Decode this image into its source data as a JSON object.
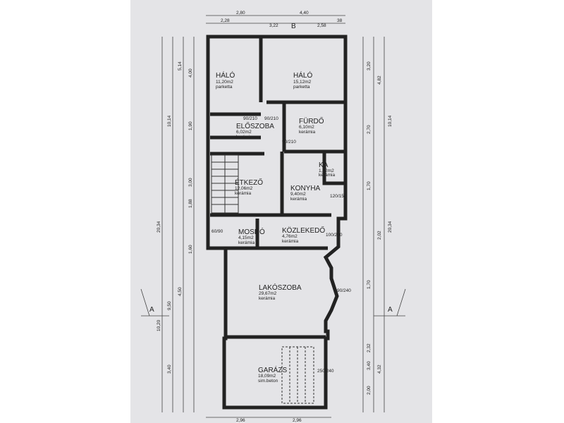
{
  "rooms": [
    {
      "name": "HÁLÓ",
      "area": "11,20m2",
      "floor": "parketta"
    },
    {
      "name": "HÁLÓ",
      "area": "15,12m2",
      "floor": "parketta"
    },
    {
      "name": "ELŐSZOBA",
      "area": "6,02m2",
      "floor": "kerámia"
    },
    {
      "name": "FÜRDŐ",
      "area": "6,10m2",
      "floor": "kerámia"
    },
    {
      "name": "KA",
      "area": "1,42m2",
      "floor": "kerámia"
    },
    {
      "name": "ÉTKEZŐ",
      "area": "12,06m2",
      "floor": "kerámia"
    },
    {
      "name": "KONYHA",
      "area": "9,40m2",
      "floor": "kerámia"
    },
    {
      "name": "MOSDÓ",
      "area": "4,15m2",
      "floor": "kerámia"
    },
    {
      "name": "KÖZLEKEDŐ",
      "area": "4,76m2",
      "floor": "kerámia"
    },
    {
      "name": "LAKÓSZOBA",
      "area": "29,67m2",
      "floor": "kerámia"
    },
    {
      "name": "GARÁZS",
      "area": "18,09m2",
      "floor": "sim.beton"
    }
  ],
  "dimensions": {
    "top": [
      "2,80",
      "4,40",
      "2,28",
      "3,22",
      "2,58",
      "38",
      "B"
    ],
    "left": [
      "4,00",
      "5,14",
      "10,14",
      "1,90",
      "3,00",
      "1,88",
      "20,34",
      "1,60",
      "4,50",
      "9,50",
      "10,20",
      "3,40"
    ],
    "right": [
      "3,20",
      "4,82",
      "10,14",
      "2,70",
      "1,70",
      "2,02",
      "20,34",
      "1,70",
      "2,32",
      "4,32",
      "3,40",
      "2,00"
    ],
    "bottom": [
      "2,96",
      "2,96"
    ],
    "openings": [
      "90/210",
      "90/210",
      "90/210",
      "100/240",
      "120/150",
      "60/90",
      "90/240",
      "250/240"
    ]
  },
  "section_marks": [
    "A",
    "A"
  ]
}
